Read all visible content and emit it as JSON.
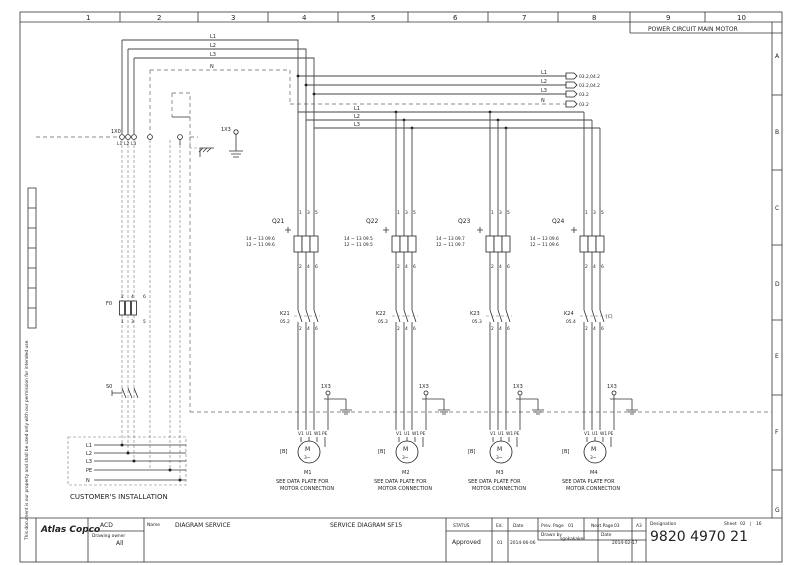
{
  "sheet": {
    "column_numbers": [
      "1",
      "2",
      "3",
      "4",
      "5",
      "6",
      "7",
      "8",
      "9",
      "10"
    ],
    "row_letters": [
      "A",
      "B",
      "C",
      "D",
      "E",
      "F",
      "G"
    ],
    "page_title": "POWER CIRCUIT MAIN MOTOR"
  },
  "supply": {
    "top_labels": [
      "L1",
      "L2",
      "L3",
      "N"
    ],
    "terminal_block": "1X0",
    "terminal_pins": [
      "L1",
      "L2",
      "L3"
    ],
    "ground_terminal": "1X3",
    "outputs": [
      {
        "line": "L1",
        "ref": "03.2,04.2"
      },
      {
        "line": "L2",
        "ref": "03.2,04.2"
      },
      {
        "line": "L3",
        "ref": "03.2"
      },
      {
        "line": "N",
        "ref": "03.2"
      }
    ],
    "bus_labels": [
      "L1",
      "L2",
      "L3"
    ]
  },
  "left_branch": {
    "fuse_label": "F0",
    "fuse_top_numbers": [
      "2",
      "4",
      "6"
    ],
    "fuse_bottom_numbers": [
      "1",
      "3",
      "5"
    ],
    "switch_label": "S0",
    "customer_lines": [
      "L1",
      "L2",
      "L3",
      "PE",
      "N"
    ],
    "customer_caption": "CUSTOMER'S INSTALLATION"
  },
  "motor_circuits": [
    {
      "breaker": "Q21",
      "aux1": "14",
      "aux1_ref": "09.6",
      "aux1_b": "13",
      "aux2": "12",
      "aux2_ref": "09.6",
      "aux2_b": "11",
      "contactor": "K21",
      "contactor_ref": "05.2",
      "terminal": "1X3",
      "motor": "M1",
      "motor_tag": "[B]",
      "note_l1": "SEE DATA PLATE FOR",
      "note_l2": "MOTOR CONNECTION"
    },
    {
      "breaker": "Q22",
      "aux1": "14",
      "aux1_ref": "09.5",
      "aux1_b": "13",
      "aux2": "12",
      "aux2_ref": "09.5",
      "aux2_b": "11",
      "contactor": "K22",
      "contactor_ref": "05.3",
      "terminal": "1X3",
      "motor": "M2",
      "motor_tag": "[B]",
      "note_l1": "SEE DATA PLATE FOR",
      "note_l2": "MOTOR CONNECTION"
    },
    {
      "breaker": "Q23",
      "aux1": "14",
      "aux1_ref": "09.7",
      "aux1_b": "13",
      "aux2": "12",
      "aux2_ref": "09.7",
      "aux2_b": "11",
      "contactor": "K23",
      "contactor_ref": "05.3",
      "terminal": "1X3",
      "motor": "M3",
      "motor_tag": "[B]",
      "note_l1": "SEE DATA PLATE FOR",
      "note_l2": "MOTOR CONNECTION"
    },
    {
      "breaker": "Q24",
      "aux1": "14",
      "aux1_ref": "09.6",
      "aux1_b": "13",
      "aux2": "12",
      "aux2_ref": "09.6",
      "aux2_b": "11",
      "contactor": "K24",
      "contactor_ref": "05.4",
      "contactor_tag": "[C]",
      "terminal": "1X3",
      "motor": "M4",
      "motor_tag": "[B]",
      "note_l1": "SEE DATA PLATE FOR",
      "note_l2": "MOTOR CONNECTION"
    }
  ],
  "device_pins": {
    "top": [
      "1",
      "3",
      "5"
    ],
    "bottom": [
      "2",
      "4",
      "6"
    ],
    "motor_terminals": [
      "V1",
      "U1",
      "W1",
      "PE"
    ],
    "motor_letter": "M",
    "motor_phase": "3~"
  },
  "title_block": {
    "logo": "Atlas Copco",
    "dept": "ACD",
    "owner_label": "Drawing owner",
    "owner": "All",
    "name_label": "Name",
    "name": "DIAGRAM SERVICE",
    "description": "SERVICE DIAGRAM SF15",
    "status_label": "STATUS",
    "status": "Approved",
    "ed_label": "Ed.",
    "ed": "01",
    "date_label": "Date",
    "date": "2014-06-06",
    "prev_label": "Prev. Page",
    "prev": "01",
    "drawn_label": "Drawn by",
    "drawn": "sgokakaker",
    "next_label": "Next Page",
    "next": "03",
    "date2_label": "Date",
    "date2": "2014-02-17",
    "size": "A3",
    "designation_label": "Designation",
    "designation": "9820 4970 21",
    "sheet_label": "Sheet",
    "sheet": "02",
    "sheet_total": "16",
    "copyright_note": "This document is our property and shall be used only with our permission for intended use."
  }
}
